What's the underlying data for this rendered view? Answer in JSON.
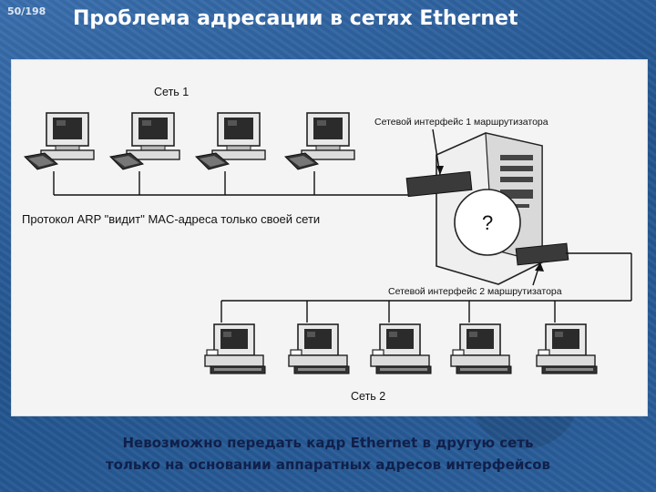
{
  "slide": {
    "page_number": "50/198",
    "title": "Проблема адресации в сетях Ethernet"
  },
  "diagram": {
    "net1_label": "Сеть 1",
    "router_if1_label": "Сетевой интерфейс 1 маршрутизатора",
    "arp_note": "Протокол ARP \"видит\" MAC-адреса только своей сети",
    "question_mark": "?",
    "router_if2_label": "Сетевой интерфейс 2 маршрутизатора",
    "net2_label": "Сеть 2"
  },
  "footer": {
    "line1": "Невозможно передать кадр Ethernet в другую сеть",
    "line2": "только на основании аппаратных адресов интерфейсов"
  }
}
